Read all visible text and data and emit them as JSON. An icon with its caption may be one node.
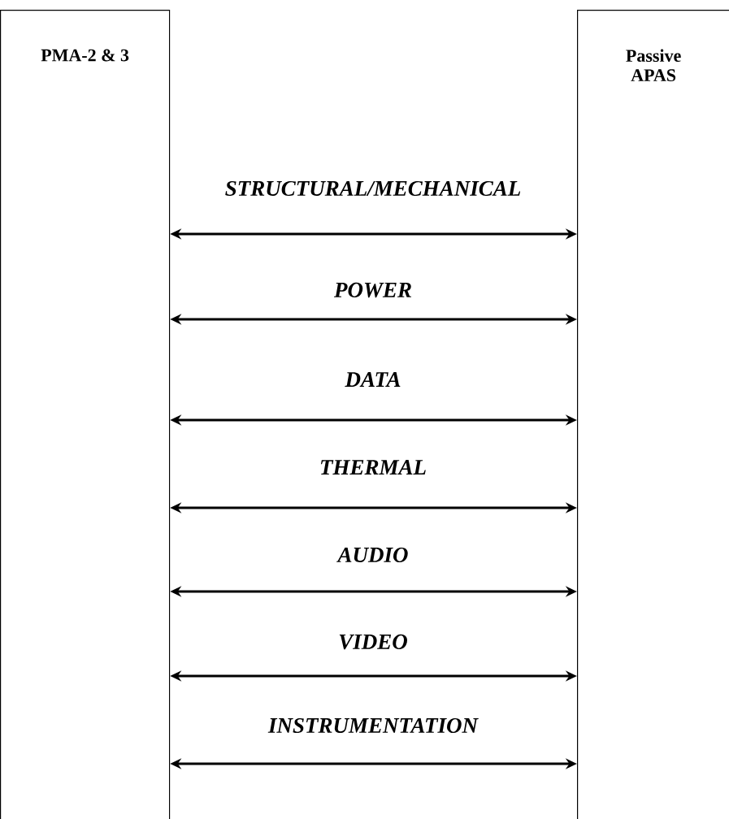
{
  "diagram": {
    "nodes": [
      {
        "text": [
          "PMA-2 & 3"
        ]
      },
      {
        "text": [
          "Passive APAS"
        ]
      }
    ],
    "edges": [
      {
        "from": 0,
        "to": 1,
        "arrow": "both",
        "label": "STRUCTURAL/MECHANICAL"
      },
      {
        "from": 0,
        "to": 1,
        "arrow": "both",
        "label": "POWER"
      },
      {
        "from": 0,
        "to": 1,
        "arrow": "both",
        "label": "DATA"
      },
      {
        "from": 0,
        "to": 1,
        "arrow": "both",
        "label": "THERMAL"
      },
      {
        "from": 0,
        "to": 1,
        "arrow": "both",
        "label": "AUDIO"
      },
      {
        "from": 0,
        "to": 1,
        "arrow": "both",
        "label": "VIDEO"
      },
      {
        "from": 0,
        "to": 1,
        "arrow": "both",
        "label": "INSTRUMENTATION"
      }
    ]
  }
}
